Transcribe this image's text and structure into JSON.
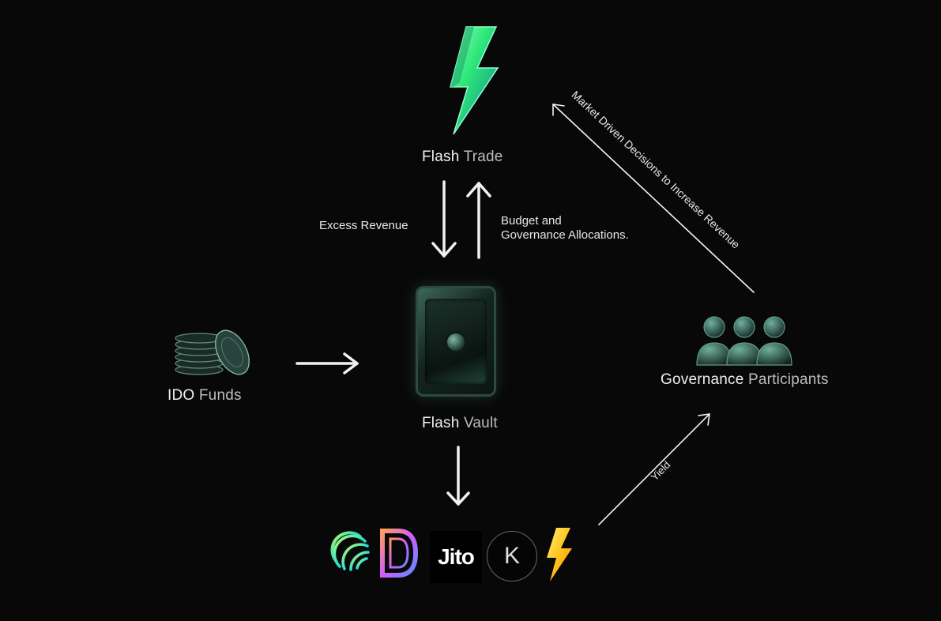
{
  "nodes": {
    "flash_trade": {
      "brand": "Flash",
      "rest": "Trade"
    },
    "flash_vault": {
      "brand": "Flash",
      "rest": "Vault"
    },
    "ido_funds": {
      "brand": "IDO",
      "rest": "Funds"
    },
    "governance": {
      "brand": "Governance",
      "rest": "Participants"
    }
  },
  "edges": {
    "excess_revenue": "Excess Revenue",
    "budget_line1": "Budget and",
    "budget_line2": "Governance Allocations.",
    "market_driven": "Market Driven Decisions to Increase Revenue",
    "yield": "Yield"
  },
  "partners": {
    "jito": "Jito",
    "k_logo": "K"
  },
  "colors": {
    "background": "#080808",
    "bolt_green": "#2ee87a",
    "bolt_yellow": "#ffc21a",
    "vault_teal": "#3f6b5c",
    "text": "#e6e6e6"
  }
}
